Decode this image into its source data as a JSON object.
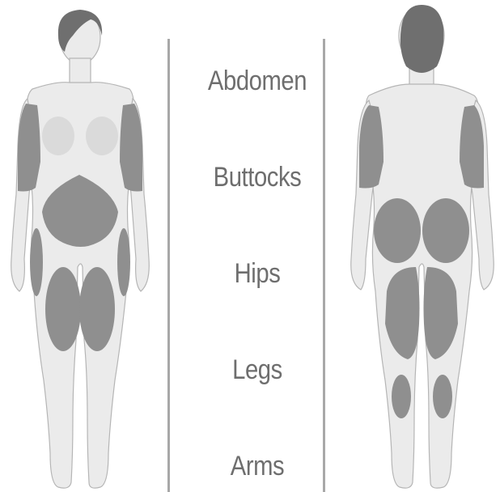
{
  "labels": {
    "abdomen": "Abdomen",
    "buttocks": "Buttocks",
    "hips": "Hips",
    "legs": "Legs",
    "arms": "Arms"
  },
  "colors": {
    "body_fill": "#ebebeb",
    "body_outline": "#b5b5b5",
    "zone_fill": "#8f8f8f",
    "hair_fill": "#6f6f6f",
    "chest_fill": "#dadada",
    "text": "#6e6e6e",
    "divider": "#a8a8a8"
  }
}
